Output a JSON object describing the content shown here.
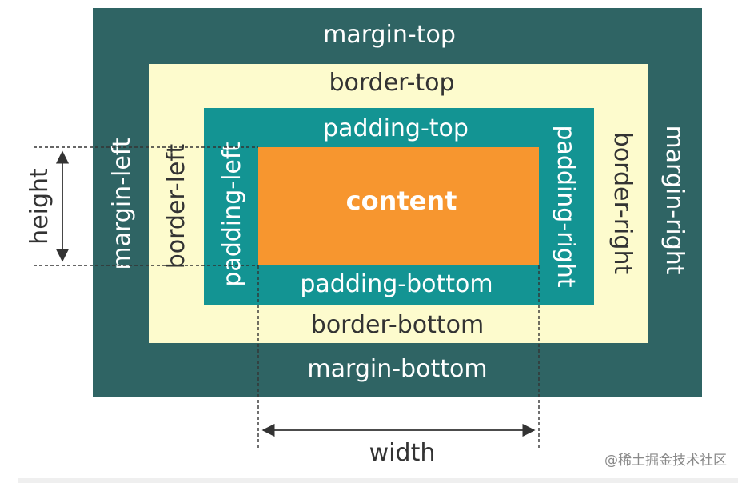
{
  "labels": {
    "margin_top": "margin-top",
    "margin_bottom": "margin-bottom",
    "margin_left": "margin-left",
    "margin_right": "margin-right",
    "border_top": "border-top",
    "border_bottom": "border-bottom",
    "border_left": "border-left",
    "border_right": "border-right",
    "padding_top": "padding-top",
    "padding_bottom": "padding-bottom",
    "padding_left": "padding-left",
    "padding_right": "padding-right",
    "content": "content",
    "height": "height",
    "width": "width"
  },
  "watermark": "@稀土掘金技术社区",
  "colors": {
    "margin": "#2f6464",
    "border": "#fdfbcd",
    "padding": "#139493",
    "content": "#f7962f",
    "light_text": "#ffffff",
    "dark_text": "#333333",
    "dimension_lines": "#333333"
  }
}
